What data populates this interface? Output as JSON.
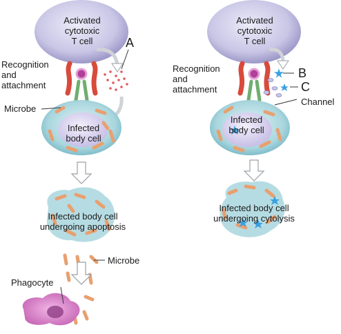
{
  "left_panel": {
    "tcell_label": [
      "Activated",
      "cytotoxic",
      "T cell"
    ],
    "recognition_label": [
      "Recognition",
      "and",
      "attachment"
    ],
    "letter_a": "A",
    "microbe_label": "Microbe",
    "infected_label": [
      "Infected",
      "body cell"
    ],
    "apoptosis_label": [
      "Infected body cell",
      "undergoing apoptosis"
    ],
    "microbe_label_2": "Microbe",
    "phagocyte_label": "Phagocyte"
  },
  "right_panel": {
    "tcell_label": [
      "Activated",
      "cytotoxic",
      "T cell"
    ],
    "recognition_label": [
      "Recognition",
      "and",
      "attachment"
    ],
    "letter_b": "B",
    "letter_c": "C",
    "channel_label": "Channel",
    "infected_label": [
      "Infected",
      "body cell"
    ],
    "cytolysis_label": [
      "Infected body cell",
      "undergoing cytolysis"
    ]
  },
  "colors": {
    "tcell": "#c9c6e6",
    "infected_cell": "#a9d6de",
    "microbe": "#e8a06f",
    "receptor": "#d84a3c",
    "antigen_stalk": "#6fae6f",
    "granule": "#e05a5a",
    "phagocyte": "#d980c8",
    "star": "#3aa0e0",
    "arrow": "#cfd3d6"
  }
}
